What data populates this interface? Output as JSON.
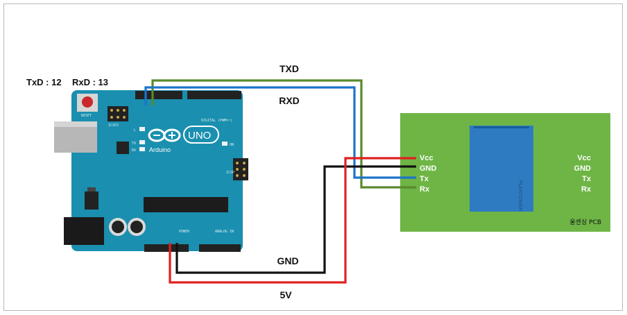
{
  "pin_note": {
    "txd": "TxD : 12",
    "rxd": "RxD : 13"
  },
  "wires": {
    "txd": "TXD",
    "rxd": "RXD",
    "gnd": "GND",
    "v5": "5V"
  },
  "board": {
    "reset": "RESET",
    "brand": "Arduino",
    "model": "UNO",
    "icsp2": "ICSP2",
    "icsp": "ICSP",
    "led_l": "L",
    "led_tx": "TX",
    "led_rx": "RX",
    "led_on": "ON",
    "digital": "DIGITAL (PWM=~)",
    "power": "POWER",
    "analog": "ANALOG IN"
  },
  "sensor": {
    "pins_left": [
      "Vcc",
      "GND",
      "Tx",
      "Rx"
    ],
    "pins_right": [
      "Vcc",
      "GND",
      "Tx",
      "Rx"
    ],
    "chip_text": "PLANTOWER",
    "pcb_label": "울센싱 PCB"
  },
  "colors": {
    "wire_txd": "#5a8a2e",
    "wire_rxd": "#1d74c9",
    "wire_gnd": "#111111",
    "wire_5v": "#e02020",
    "board": "#1a8faf",
    "pcb": "#6eb546",
    "chip": "#2f7bc2"
  }
}
